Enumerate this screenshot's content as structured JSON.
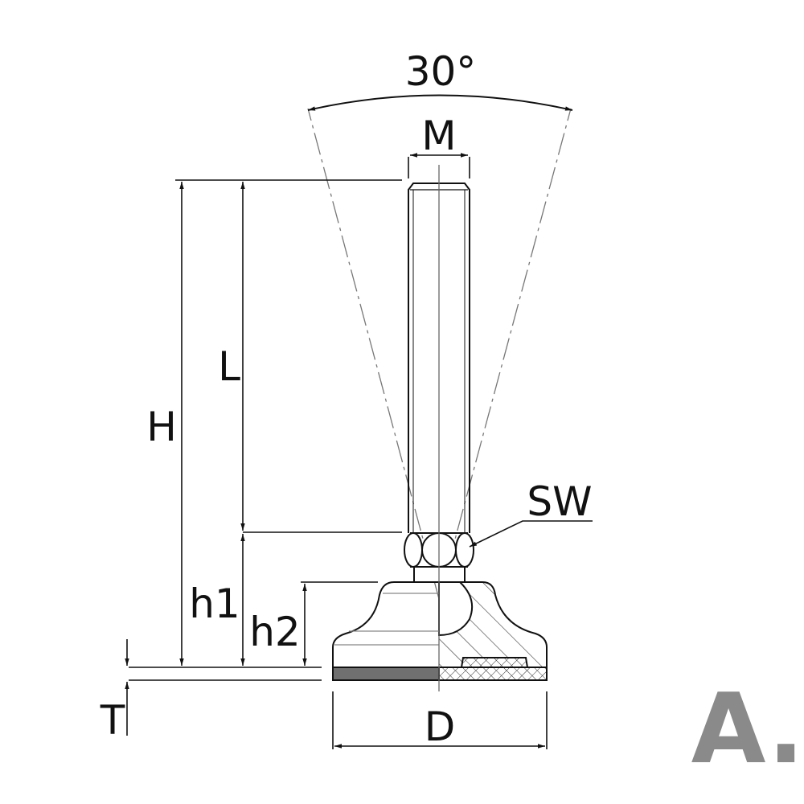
{
  "labels": {
    "angle": "30°",
    "thread": "M",
    "thread_length": "L",
    "total_height": "H",
    "wrench_size": "SW",
    "h1": "h1",
    "h2": "h2",
    "pad_thickness": "T",
    "diameter": "D"
  },
  "logo": "A.",
  "colors": {
    "line": "#111111",
    "pad": "#707070",
    "logo": "#8a8a8a"
  }
}
